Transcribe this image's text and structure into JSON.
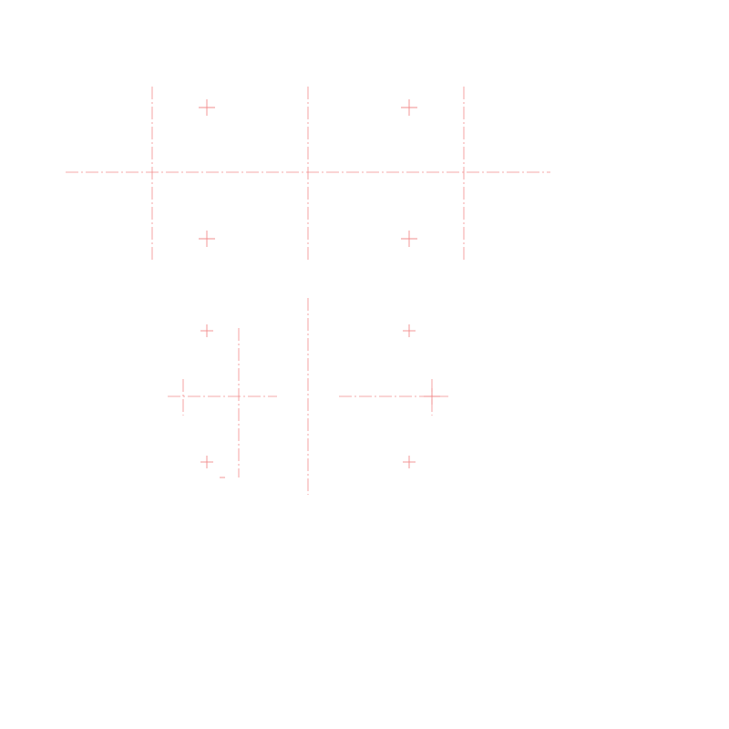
{
  "drawing": {
    "line_color": "#f28c8c",
    "background": "#ffffff",
    "centerline_style": "dash-dot",
    "hole_marker_icon": "plus-crosshair-icon",
    "views": [
      {
        "name": "top-view",
        "centerlines": 4,
        "hole_markers": 4
      },
      {
        "name": "bottom-left-view",
        "centerlines": 5,
        "hole_markers": 3
      },
      {
        "name": "bottom-right-view",
        "centerlines": 2,
        "hole_markers": 3
      }
    ]
  }
}
